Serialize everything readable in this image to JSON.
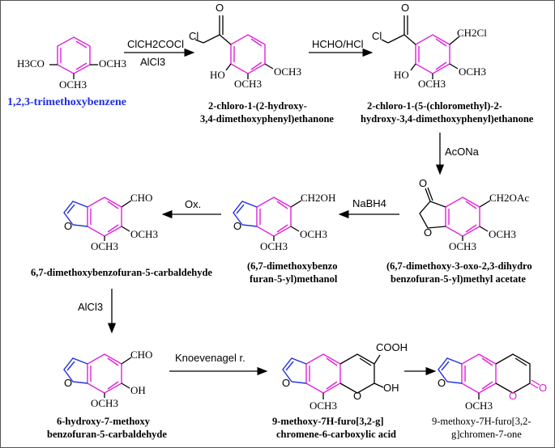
{
  "compounds": {
    "c1": {
      "name": "1,2,3-trimethoxybenzene",
      "labels": [
        "H3CO",
        "OCH3",
        "OCH3"
      ]
    },
    "c2": {
      "name_line1": "2-chloro-1-(2-hydroxy-",
      "name_line2": "3,4-dimethoxyphenyl)ethanone",
      "labels": [
        "Cl",
        "O",
        "HO",
        "OCH3",
        "OCH3"
      ]
    },
    "c3": {
      "name_line1": "2-chloro-1-(5-(chloromethyl)-2-",
      "name_line2": "hydroxy-3,4-dimethoxyphenyl)ethanone",
      "labels": [
        "Cl",
        "O",
        "CH2Cl",
        "HO",
        "OCH3",
        "OCH3"
      ]
    },
    "c4": {
      "name_line1": "(6,7-dimethoxy-3-oxo-2,3-dihydro",
      "name_line2": "benzofuran-5-yl)methyl acetate",
      "labels": [
        "O",
        "CH2OAc",
        "O",
        "OCH3",
        "OCH3"
      ]
    },
    "c5": {
      "name_line1": "(6,7-dimethoxybenzo",
      "name_line2": "furan-5-yl)methanol",
      "labels": [
        "CH2OH",
        "O",
        "OCH3",
        "OCH3"
      ]
    },
    "c6": {
      "name": "6,7-dimethoxybenzofuran-5-carbaldehyde",
      "labels": [
        "CHO",
        "O",
        "OCH3",
        "OCH3"
      ]
    },
    "c7": {
      "name_line1": "6-hydroxy-7-methoxy",
      "name_line2": "benzofuran-5-carbaldehyde",
      "labels": [
        "CHO",
        "O",
        "OH",
        "OCH3"
      ]
    },
    "c8": {
      "name_line1": "9-methoxy-7H-furo[3,2-g]",
      "name_line2": "chromene-6-carboxylic acid",
      "labels": [
        "COOH",
        "O",
        "O",
        "OH",
        "OCH3"
      ]
    },
    "c9": {
      "name_line1": "9-methoxy-7H-furo[3,2-",
      "name_line2": "g]chromen-7-one",
      "labels": [
        "O",
        "O",
        "O",
        "OCH3"
      ]
    }
  },
  "reagents": {
    "r1a": "ClCH2COCl",
    "r1b": "AlCl3",
    "r2": "HCHO/HCl",
    "r3": "AcONa",
    "r4": "NaBH4",
    "r5": "Ox.",
    "r6": "AlCl3",
    "r7": "Knoevenagel r."
  },
  "colors": {
    "ring_pink": "#e020d8",
    "ring_blue": "#2030e0",
    "title_blue": "#1f2fe0"
  }
}
